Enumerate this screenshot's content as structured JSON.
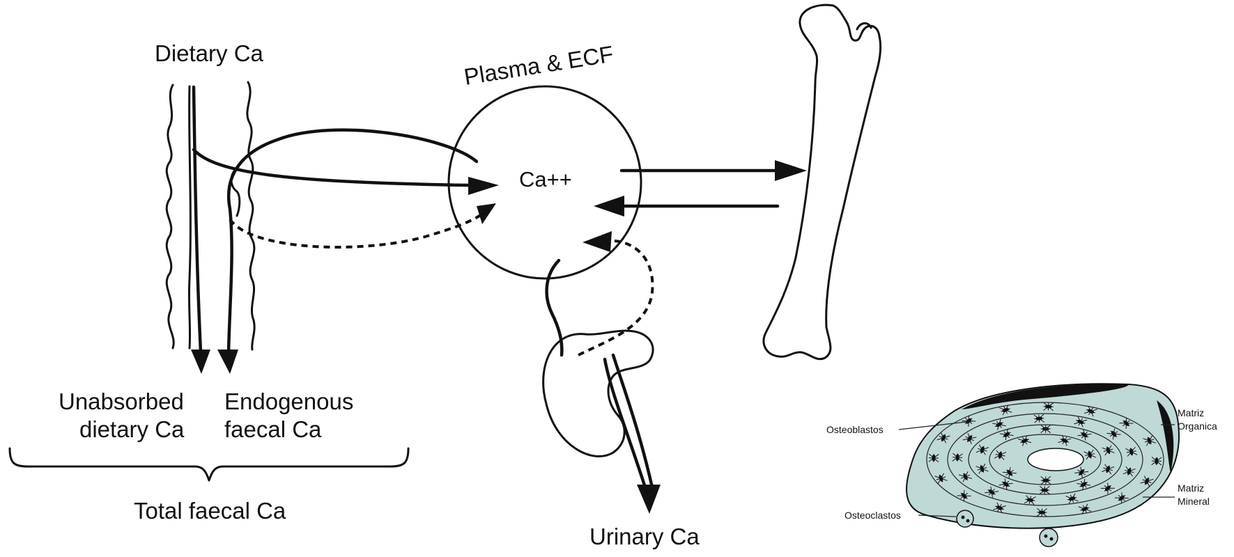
{
  "diagram": {
    "labels": {
      "dietary": "Dietary Ca",
      "plasma": "Plasma & ECF",
      "ca_ion": "Ca++",
      "unabsorbed_line1": "Unabsorbed",
      "unabsorbed_line2": "dietary Ca",
      "endogenous_line1": "Endogenous",
      "endogenous_line2": "faecal Ca",
      "total_faecal": "Total faecal Ca",
      "urinary": "Urinary Ca"
    },
    "inset": {
      "osteoblastos": "Osteoblastos",
      "osteoclastos": "Osteoclastos",
      "matriz_organica_1": "Matriz",
      "matriz_organica_2": "Organica",
      "matriz_mineral_1": "Matriz",
      "matriz_mineral_2": "Mineral",
      "fill_color": "#bfd9d6"
    }
  }
}
